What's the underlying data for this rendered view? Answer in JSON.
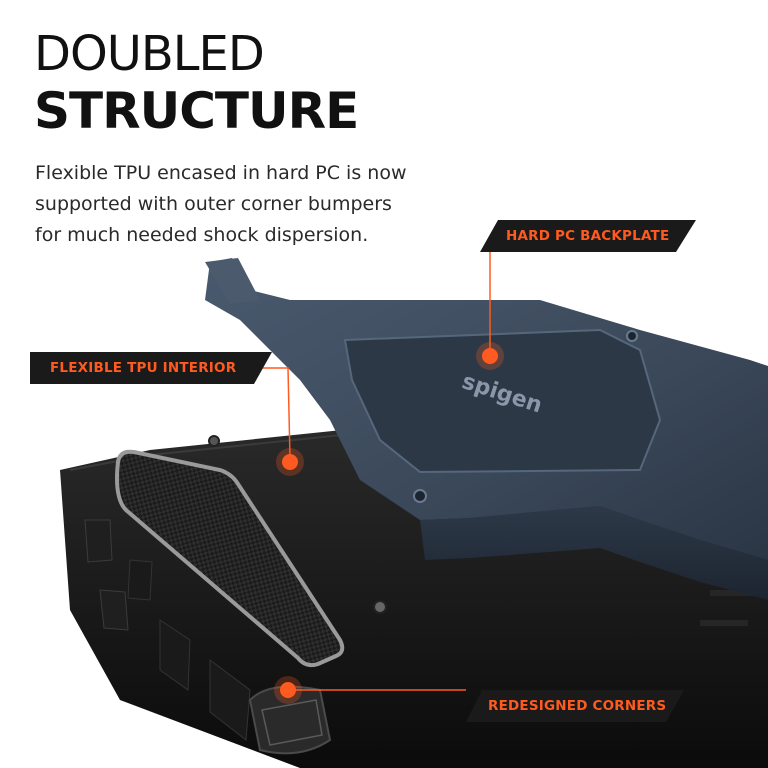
{
  "headline": {
    "line1": "DOUBLED",
    "line2": "STRUCTURE"
  },
  "body": {
    "lines": [
      "Flexible TPU encased in hard PC is now",
      "supported with outer corner bumpers",
      "for much needed shock dispersion."
    ]
  },
  "brand": {
    "logo_text": "spigen"
  },
  "callouts": {
    "backplate": "HARD PC BACKPLATE",
    "tpu_interior": "FLEXIBLE TPU INTERIOR",
    "corners": "REDESIGNED CORNERS"
  },
  "colors": {
    "accent": "#ff5a1f",
    "label_bg": "#1a1a1a",
    "backplate": "#3b4a5c",
    "tpu": "#141414"
  },
  "icons": [
    "callout-dot-icon"
  ]
}
